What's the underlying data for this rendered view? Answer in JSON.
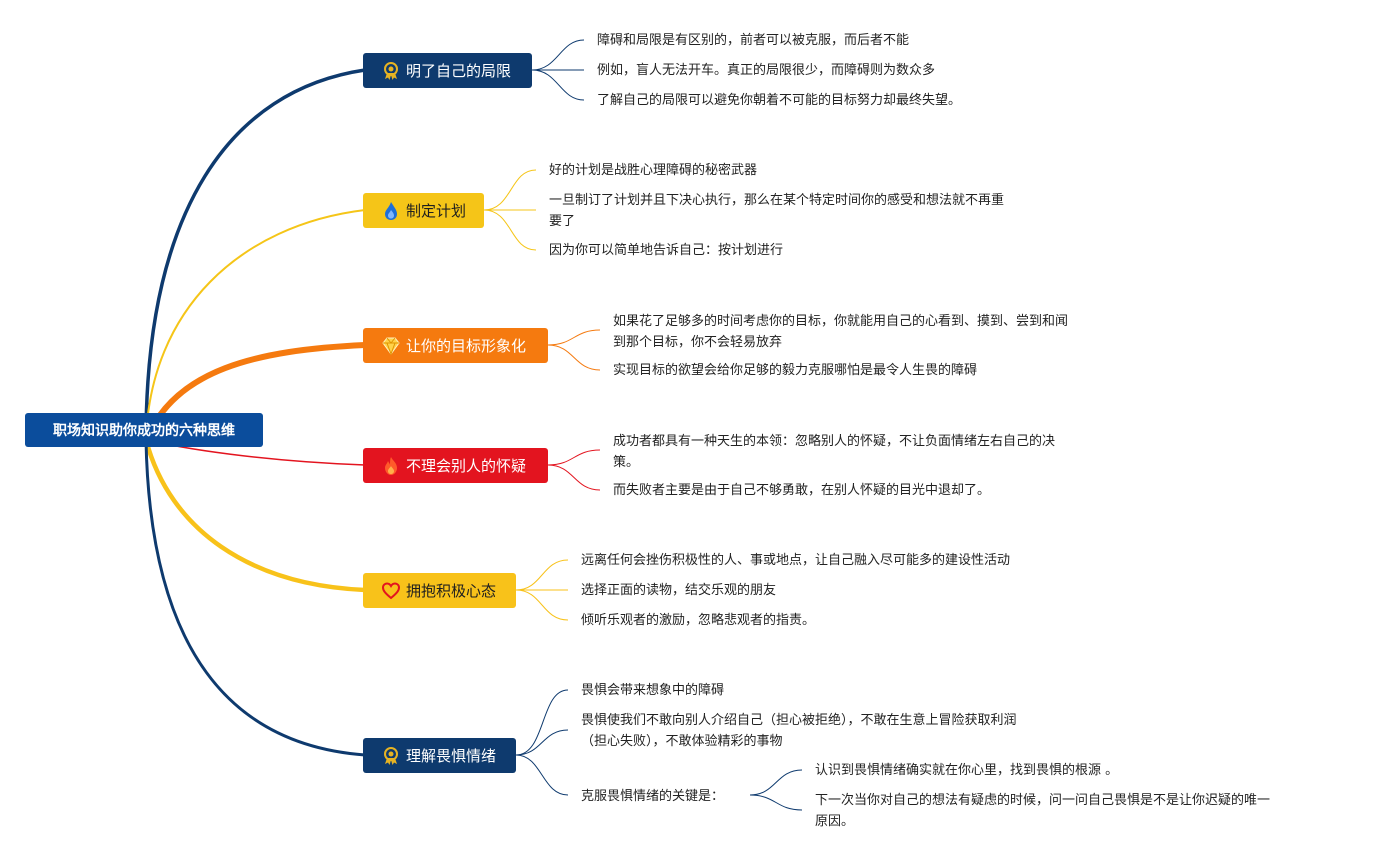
{
  "root": {
    "label": "职场知识助你成功的六种思维"
  },
  "branches": [
    {
      "label": "明了自己的局限",
      "icon": "award-icon",
      "color": "#0e3a6e",
      "items": [
        {
          "text": "障碍和局限是有区别的，前者可以被克服，而后者不能"
        },
        {
          "text": "例如，盲人无法开车。真正的局限很少，而障碍则为数众多"
        },
        {
          "text": "了解自己的局限可以避免你朝着不可能的目标努力却最终失望。"
        }
      ]
    },
    {
      "label": "制定计划",
      "icon": "flame-drop-icon",
      "color": "#f5c518",
      "items": [
        {
          "text": "好的计划是战胜心理障碍的秘密武器"
        },
        {
          "text": "一旦制订了计划并且下决心执行，那么在某个特定时间你的感受和想法就不再重",
          "text2": "要了"
        },
        {
          "text": "因为你可以简单地告诉自己：按计划进行"
        }
      ]
    },
    {
      "label": "让你的目标形象化",
      "icon": "diamond-icon",
      "color": "#f57a0f",
      "items": [
        {
          "text": "如果花了足够多的时间考虑你的目标，你就能用自己的心看到、摸到、尝到和闻",
          "text2": "到那个目标，你不会轻易放弃"
        },
        {
          "text": "实现目标的欲望会给你足够的毅力克服哪怕是最令人生畏的障碍"
        }
      ]
    },
    {
      "label": "不理会别人的怀疑",
      "icon": "fire-icon",
      "color": "#e3141f",
      "items": [
        {
          "text": "成功者都具有一种天生的本领：忽略别人的怀疑，不让负面情绪左右自己的决",
          "text2": "策。"
        },
        {
          "text": "而失败者主要是由于自己不够勇敢，在别人怀疑的目光中退却了。"
        }
      ]
    },
    {
      "label": "拥抱积极心态",
      "icon": "heart-icon",
      "color": "#f8c21a",
      "items": [
        {
          "text": "远离任何会挫伤积极性的人、事或地点，让自己融入尽可能多的建设性活动"
        },
        {
          "text": "选择正面的读物，结交乐观的朋友"
        },
        {
          "text": "倾听乐观者的激励，忽略悲观者的指责。"
        }
      ]
    },
    {
      "label": "理解畏惧情绪",
      "icon": "award-icon",
      "color": "#0e3a6e",
      "items": [
        {
          "text": "畏惧会带来想象中的障碍"
        },
        {
          "text": "畏惧使我们不敢向别人介绍自己（担心被拒绝），不敢在生意上冒险获取利润",
          "text2": "（担心失败），不敢体验精彩的事物"
        },
        {
          "text": "克服畏惧情绪的关键是："
        }
      ],
      "subitems": [
        {
          "text": "认识到畏惧情绪确实就在你心里，找到畏惧的根源 。"
        },
        {
          "text": "下一次当你对自己的想法有疑虑的时候，问一问自己畏惧是不是让你迟疑的唯一",
          "text2": "原因。"
        }
      ]
    }
  ]
}
